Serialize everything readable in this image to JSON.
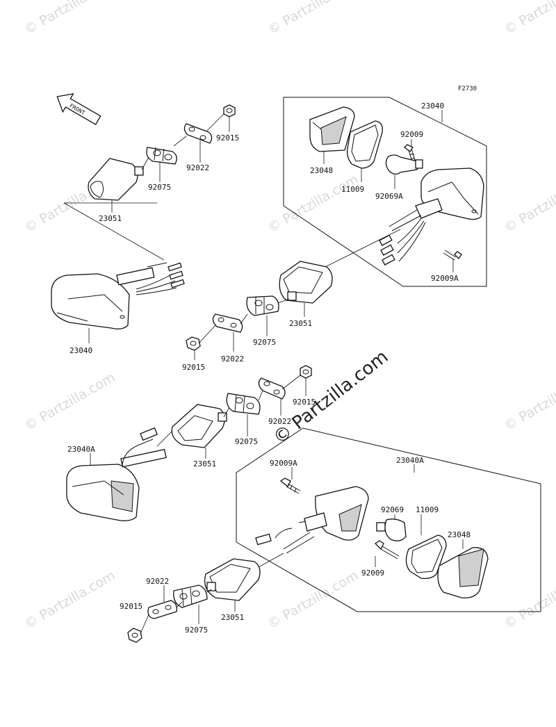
{
  "diagram": {
    "code": "F2730",
    "front_label": "FRONT",
    "watermark_small": "© Partzilla.com",
    "watermark_large": "© Partzilla.com"
  },
  "labels": {
    "p23051_a": "23051",
    "p92075_a": "92075",
    "p92022_a": "92022",
    "p92015_a": "92015",
    "p23040_left": "23040",
    "p23040_box": "23040",
    "p23048_a": "23048",
    "p11009_a": "11009",
    "p92009_a": "92009",
    "p92069A": "92069A",
    "p92009A_a": "92009A",
    "p23051_b": "23051",
    "p92075_b": "92075",
    "p92022_b": "92022",
    "p92015_b": "92015",
    "p92015_c": "92015",
    "p92022_c": "92022",
    "p92075_c": "92075",
    "p23051_c": "23051",
    "p23040A_left": "23040A",
    "p23040A_box": "23040A",
    "p92009A_b": "92009A",
    "p92069": "92069",
    "p11009_b": "11009",
    "p23048_b": "23048",
    "p92009_b": "92009",
    "p92022_d": "92022",
    "p92015_d": "92015",
    "p92075_d": "92075",
    "p23051_d": "23051"
  }
}
